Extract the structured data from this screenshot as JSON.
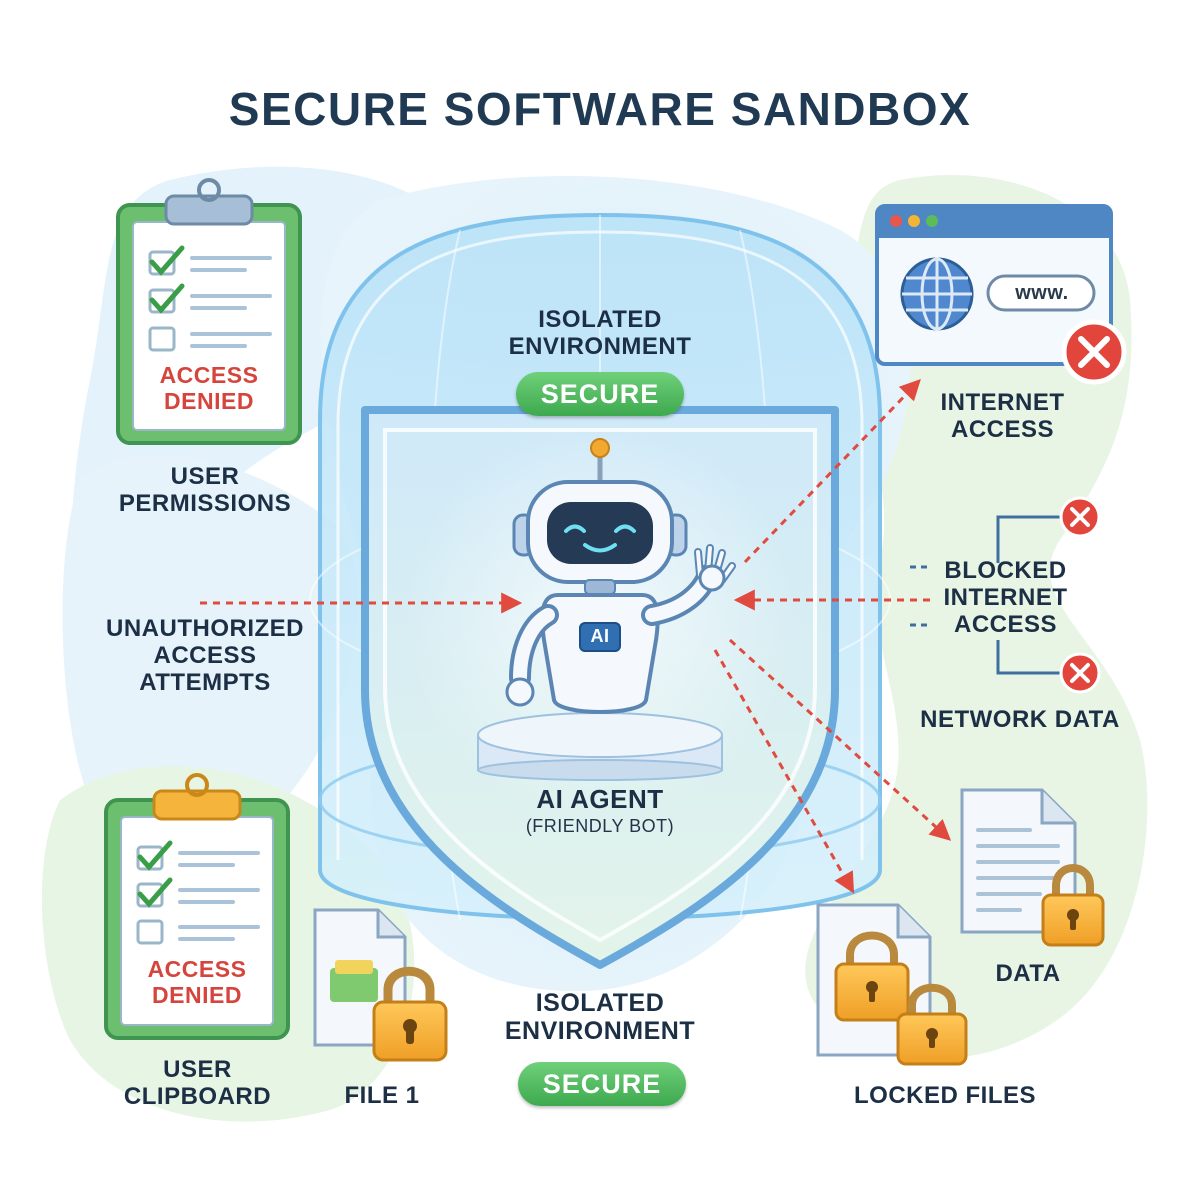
{
  "title": "SECURE SOFTWARE SANDBOX",
  "top_isolated": [
    "ISOLATED",
    "ENVIRONMENT"
  ],
  "top_badge": "SECURE",
  "agent_label": "AI AGENT",
  "agent_sub": "(FRIENDLY BOT)",
  "bot_chest": "AI",
  "clipboard_top": {
    "denied": [
      "ACCESS",
      "DENIED"
    ],
    "caption": [
      "USER",
      "PERMISSIONS"
    ]
  },
  "unauthorized": [
    "UNAUTHORIZED",
    "ACCESS",
    "ATTEMPTS"
  ],
  "clipboard_bottom": {
    "denied": [
      "ACCESS",
      "DENIED"
    ],
    "caption": [
      "USER",
      "CLIPBOARD"
    ]
  },
  "file1": "FILE 1",
  "bottom_isolated": [
    "ISOLATED",
    "ENVIRONMENT"
  ],
  "bottom_badge": "SECURE",
  "browser_url": "www.",
  "internet_access": [
    "INTERNET",
    "ACCESS"
  ],
  "blocked": [
    "BLOCKED",
    "INTERNET",
    "ACCESS"
  ],
  "network_data": "NETWORK DATA",
  "data": "DATA",
  "locked_files": "LOCKED FILES",
  "colors": {
    "navy": "#1f3a52",
    "green": "#46b356",
    "red": "#d6453d",
    "lock": "#f0a830",
    "shield": "#bfe0f7"
  }
}
